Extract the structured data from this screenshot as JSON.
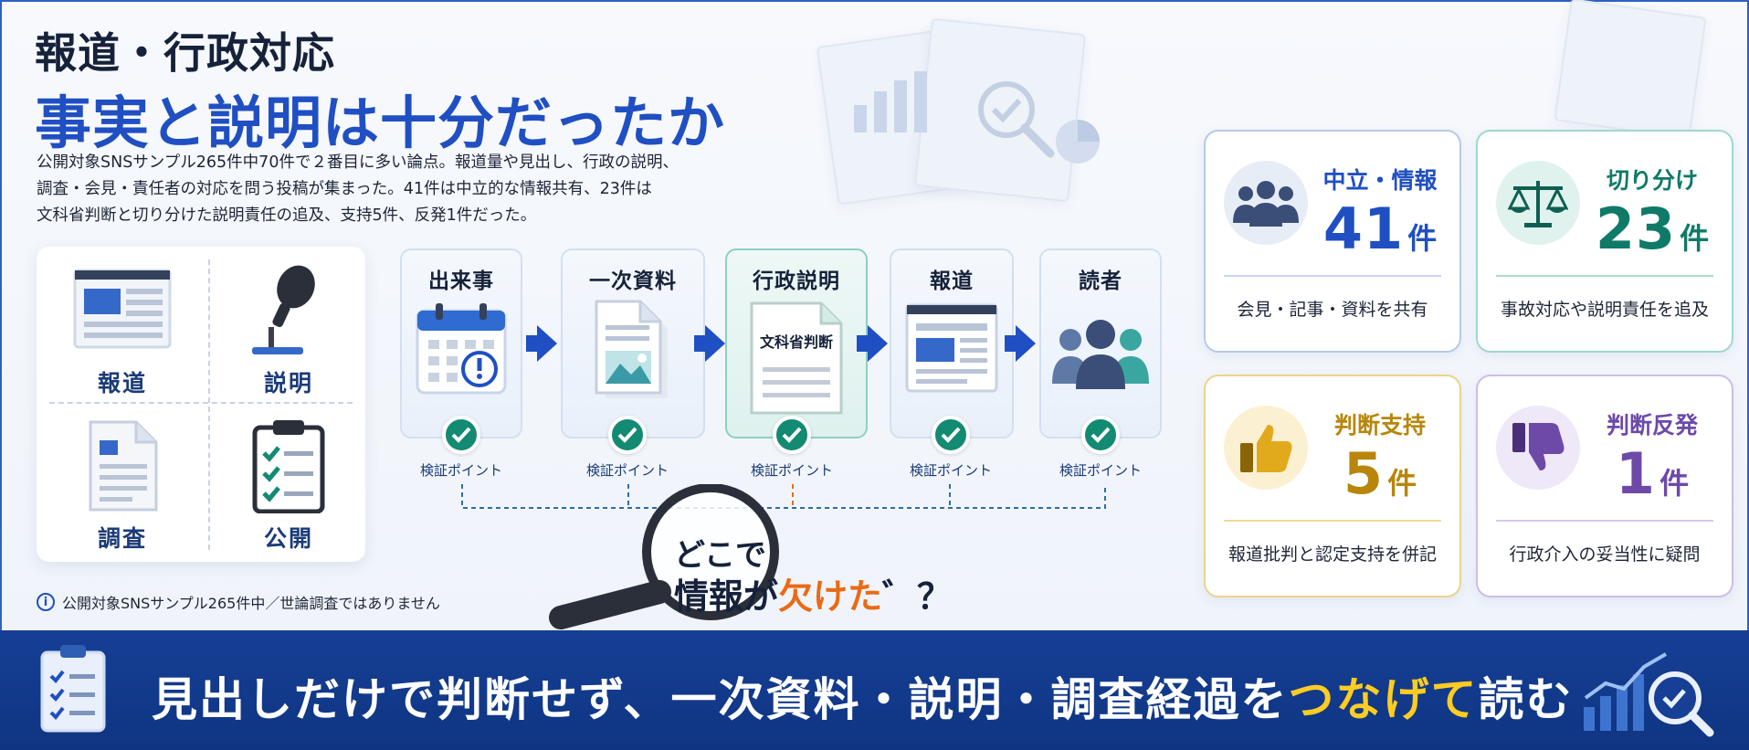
{
  "header": {
    "title_line1": "報道・行政対応",
    "title_line2": "事実と説明は十分だったか",
    "lead_line1": "公開対象SNSサンプル265件中70件で２番目に多い論点。報道量や見出し、行政の説明、",
    "lead_line2": "調査・会見・責任者の対応を問う投稿が集まった。41件は中立的な情報共有、23件は",
    "lead_line3": "文科省判断と切り分けた説明責任の追及、支持5件、反発1件だった。"
  },
  "icon_grid": [
    {
      "label": "報道",
      "icon": "newspaper-icon"
    },
    {
      "label": "説明",
      "icon": "microphone-icon"
    },
    {
      "label": "調査",
      "icon": "document-icon"
    },
    {
      "label": "公開",
      "icon": "clipboard-checklist-icon"
    }
  ],
  "note": "公開対象SNSサンプル265件中／世論調査ではありません",
  "flow": {
    "stages": [
      {
        "label": "出来事",
        "icon": "calendar-alert-icon"
      },
      {
        "label": "一次資料",
        "icon": "document-image-icon"
      },
      {
        "label": "行政説明",
        "icon": "document-icon",
        "doc_text": "文科省判断"
      },
      {
        "label": "報道",
        "icon": "newspaper-icon"
      },
      {
        "label": "読者",
        "icon": "people-icon"
      }
    ],
    "checkpoint_label": "検証ポイント",
    "question_line1": "どこで",
    "question_line2_a": "情報が",
    "question_line2_b": "欠けた",
    "question_line2_c": "゛？"
  },
  "stats": [
    {
      "category": "中立・情報",
      "count": "41",
      "unit": "件",
      "desc": "会見・記事・資料を共有",
      "icon": "people-icon",
      "color": "#1f4fc2"
    },
    {
      "category": "切り分け",
      "count": "23",
      "unit": "件",
      "desc": "事故対応や説明責任を追及",
      "icon": "scale-icon",
      "color": "#0f7a68"
    },
    {
      "category": "判断支持",
      "count": "5",
      "unit": "件",
      "desc": "報道批判と認定支持を併記",
      "icon": "thumbs-up-icon",
      "color": "#b7860b"
    },
    {
      "category": "判断反発",
      "count": "1",
      "unit": "件",
      "desc": "行政介入の妥当性に疑問",
      "icon": "thumbs-down-icon",
      "color": "#6d4aa8"
    }
  ],
  "banner": {
    "msg_a": "見出しだけで判断せず、一次資料・説明・調査経過を",
    "msg_b": "つなげて",
    "msg_c": "読む",
    "left_icon": "clipboard-checklist-icon",
    "right_icon": "chart-magnifier-icon"
  }
}
